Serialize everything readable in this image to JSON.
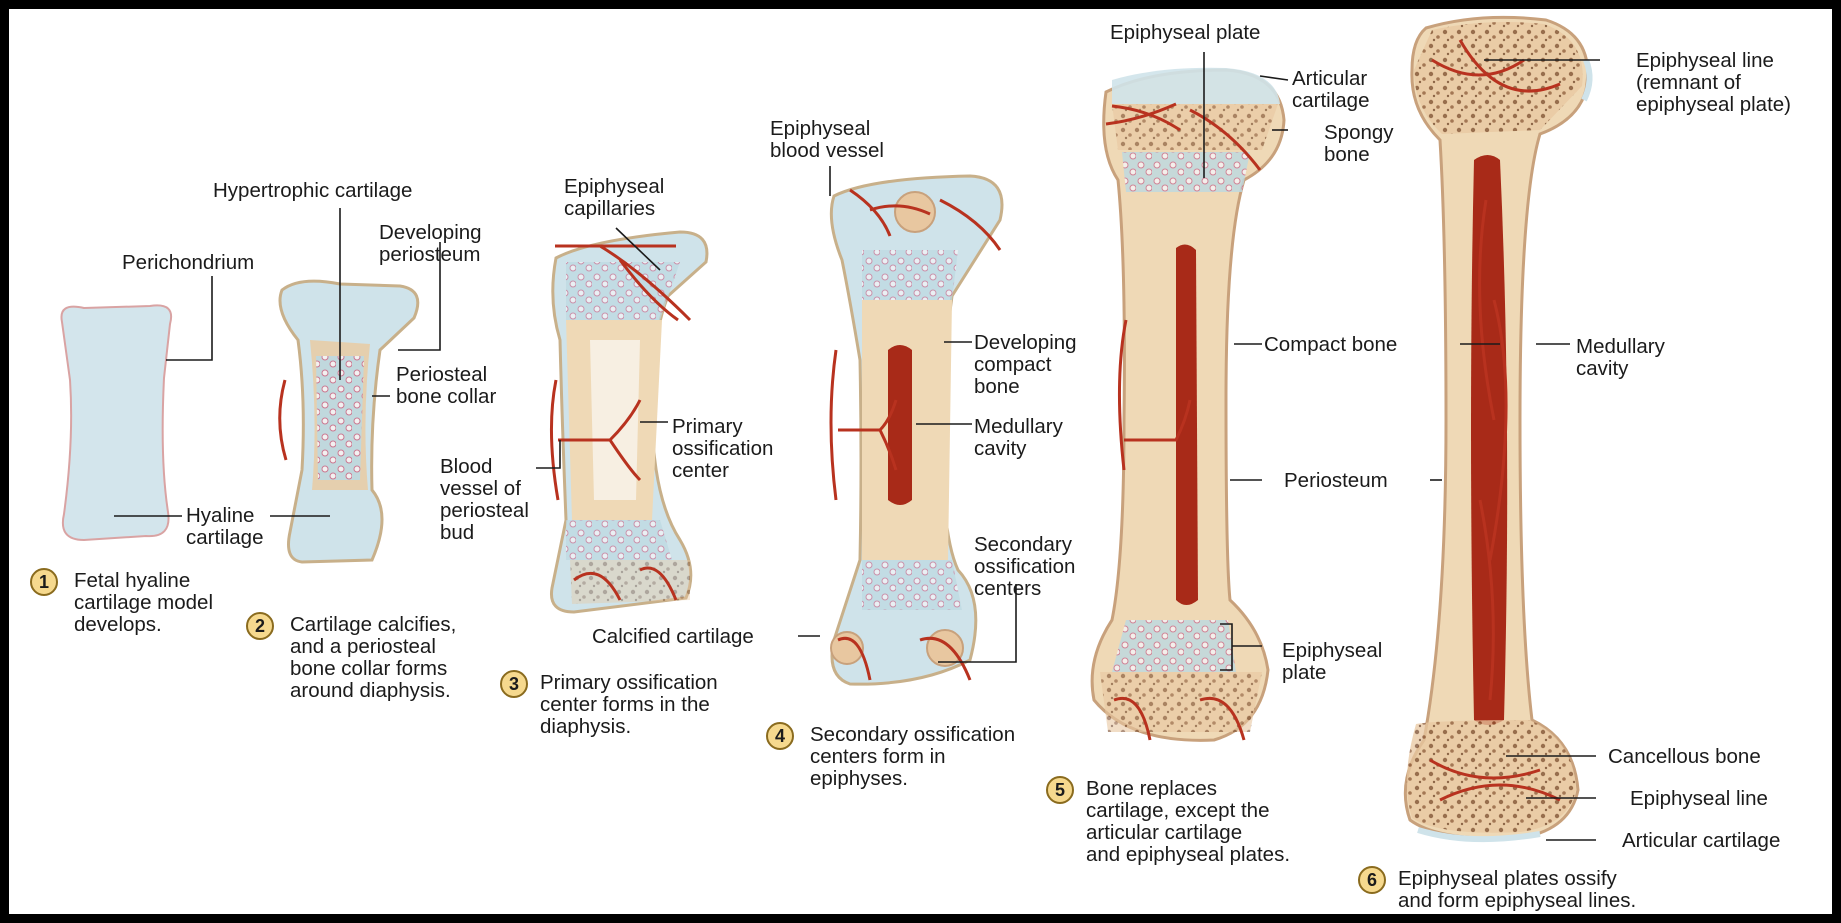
{
  "colors": {
    "frame": "#000000",
    "background": "#ffffff",
    "hyaline_cartilage": "#cfe3ea",
    "bone": "#f0d9b8",
    "blood_vessel": "#b8321f",
    "marrow": "#a82a18",
    "number_badge": "#f6d98e"
  },
  "steps": [
    {
      "number": "1",
      "caption": "Fetal hyaline\ncartilage model\ndevelops."
    },
    {
      "number": "2",
      "caption": "Cartilage calcifies,\nand a periosteal\nbone collar forms\naround diaphysis."
    },
    {
      "number": "3",
      "caption": "Primary ossification\ncenter forms in the\ndiaphysis."
    },
    {
      "number": "4",
      "caption": "Secondary ossification\ncenters form in\nepiphyses."
    },
    {
      "number": "5",
      "caption": "Bone replaces\ncartilage, except the\narticular cartilage\nand epiphyseal plates."
    },
    {
      "number": "6",
      "caption": "Epiphyseal plates ossify\nand form epiphyseal lines."
    }
  ],
  "labels": {
    "perichondrium": "Perichondrium",
    "hyaline_cartilage": "Hyaline\ncartilage",
    "hypertrophic_cartilage": "Hypertrophic cartilage",
    "developing_periosteum": "Developing\nperiosteum",
    "periosteal_bone_collar": "Periosteal\nbone collar",
    "epiphyseal_capillaries": "Epiphyseal\ncapillaries",
    "blood_vessel_periosteal_bud": "Blood\nvessel of\nperiosteal\nbud",
    "primary_ossification_center": "Primary\nossification\ncenter",
    "epiphyseal_blood_vessel": "Epiphyseal\nblood vessel",
    "developing_compact_bone": "Developing\ncompact\nbone",
    "medullary_cavity_4": "Medullary\ncavity",
    "secondary_ossification_centers": "Secondary\nossification\ncenters",
    "calcified_cartilage": "Calcified cartilage",
    "epiphyseal_plate_top": "Epiphyseal plate",
    "articular_cartilage_top": "Articular\ncartilage",
    "spongy_bone": "Spongy\nbone",
    "compact_bone": "Compact bone",
    "periosteum": "Periosteum",
    "epiphyseal_plate_bottom": "Epiphyseal\nplate",
    "epiphyseal_line_top": "Epiphyseal line\n(remnant of\nepiphyseal plate)",
    "medullary_cavity_6": "Medullary\ncavity",
    "cancellous_bone": "Cancellous bone",
    "epiphyseal_line_bottom": "Epiphyseal line",
    "articular_cartilage_bottom": "Articular cartilage"
  }
}
